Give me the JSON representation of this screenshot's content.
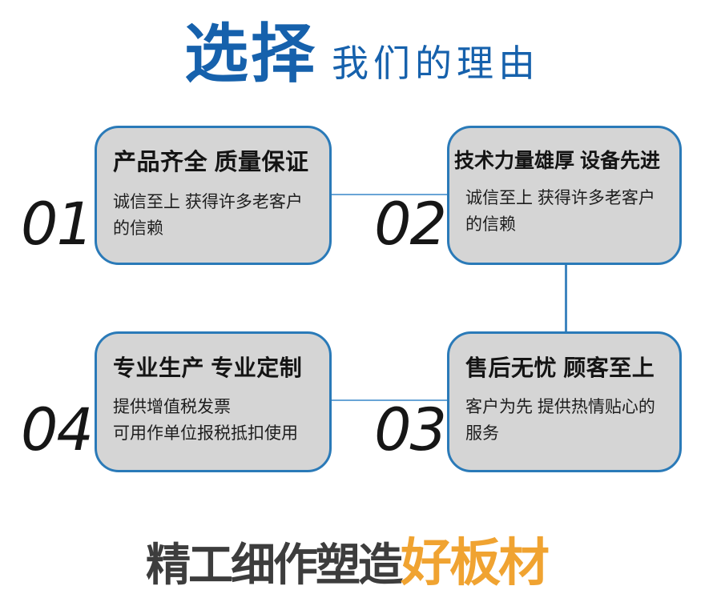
{
  "header": {
    "accent": "选择",
    "rest": "我们的理由"
  },
  "cards": [
    {
      "number": "01",
      "title": "产品齐全 质量保证",
      "desc": "诚信至上 获得许多老客户\n的信赖"
    },
    {
      "number": "02",
      "title": "技术力量雄厚 设备先进",
      "desc": "诚信至上 获得许多老客户\n的信赖"
    },
    {
      "number": "04",
      "title": "专业生产 专业定制",
      "desc": "提供增值税发票\n可用作单位报税抵扣使用"
    },
    {
      "number": "03",
      "title": "售后无忧 顾客至上",
      "desc": "客户为先 提供热情贴心的\n服务"
    }
  ],
  "footer": {
    "prefix": "精工细作塑造",
    "accent": "好板材"
  },
  "colors": {
    "title_blue": "#1661ac",
    "card_border_blue": "#2a7ab8",
    "card_fill_gray": "#d5d5d5",
    "connector_blue": "#69a4d6",
    "number_black": "#161616",
    "footer_gray": "#3d3d3d",
    "footer_orange": "#f0a331"
  }
}
